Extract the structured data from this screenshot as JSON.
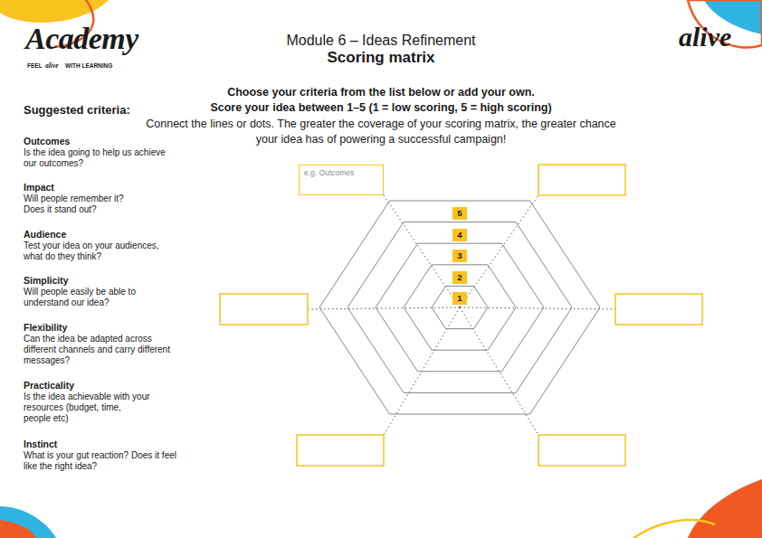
{
  "diagram": {
    "title": "Scoring matrix",
    "nodes": [
      {
        "text": [
          "e.g. Outcomes"
        ]
      },
      {
        "text": [
          "5"
        ]
      },
      {
        "text": [
          "4"
        ]
      },
      {
        "text": [
          "3"
        ]
      },
      {
        "text": [
          "2"
        ]
      },
      {
        "text": [
          "1"
        ]
      }
    ],
    "labels": [
      "Academy",
      "FEEL",
      "alive",
      "WITH LEARNING",
      "Module 6 – Ideas Refinement",
      "alive",
      "Choose your criteria from the list below or add your own.",
      "Score your idea between 1–5 (1 = low scoring, 5 = high scoring)",
      "Connect the lines or dots. The greater the coverage of your scoring matrix, the greater chance your idea has of powering a successful campaign!",
      "Suggested criteria:",
      "Outcomes",
      "Is the idea going to help us achieve our outcomes?",
      "Impact",
      "Will people remember it? Does it stand out?",
      "Audience",
      "Test your idea on your audiences, what do they think?",
      "Simplicity",
      "Will people easily be able to understand our idea?",
      "Flexibility",
      "Can the idea be adapted across different channels and carry different messages?",
      "Practicality",
      "Is the idea achievable with your resources (budget, time, people etc)",
      "Instinct",
      "What is your gut reaction? Does it feel like the right idea?"
    ]
  }
}
